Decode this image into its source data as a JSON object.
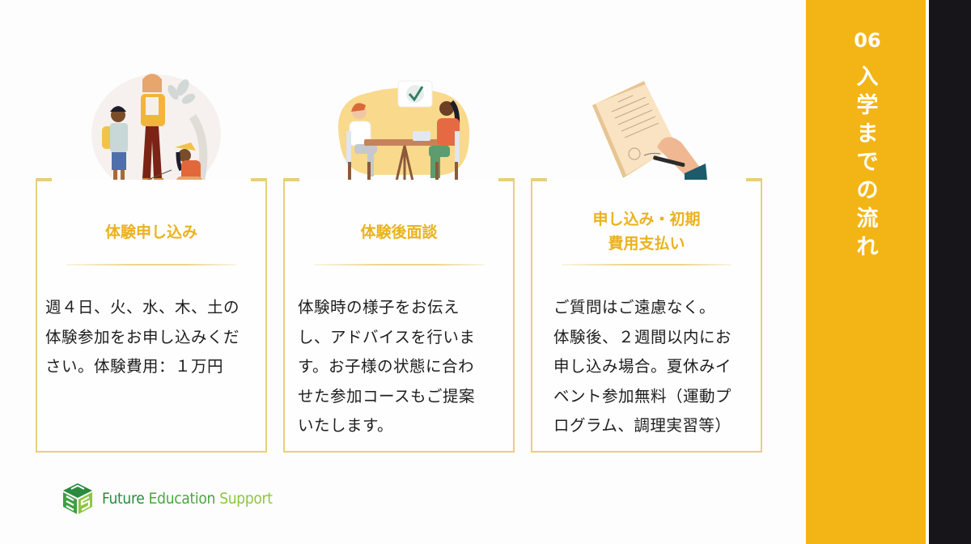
{
  "sidebar": {
    "section_number": "06",
    "title_chars": [
      "入",
      "学",
      "ま",
      "で",
      "の",
      "流",
      "れ"
    ],
    "title": "入学までの流れ",
    "color": "#f3b516"
  },
  "steps": [
    {
      "illustration": "teacher-with-children-illustration",
      "title_lines": [
        "体験申し込み"
      ],
      "body": "週４日、火、水、木、土の\n体験参加をお申し込みくだ\nさい。体験費用：１万円"
    },
    {
      "illustration": "interview-meeting-illustration",
      "title_lines": [
        "体験後面談"
      ],
      "body": "体験時の様子をお伝え\nし、アドバイスを行いま\nす。お子様の状態に合わ\nせた参加コースもご提案\nいたします。"
    },
    {
      "illustration": "signing-document-illustration",
      "title_lines": [
        "申し込み・初期",
        "費用支払い"
      ],
      "body": "ご質問はご遠慮なく。\n体験後、２週間以内にお\n申し込み場合。夏休みイ\nベント参加無料（運動プ\nログラム、調理実習等）"
    }
  ],
  "logo": {
    "icon": "fes-cube-logo-icon",
    "words": [
      "Future",
      "Education",
      "Support"
    ]
  },
  "colors": {
    "accent": "#eab21f",
    "border": "#e9cf7a",
    "text": "#1e1e1e"
  }
}
